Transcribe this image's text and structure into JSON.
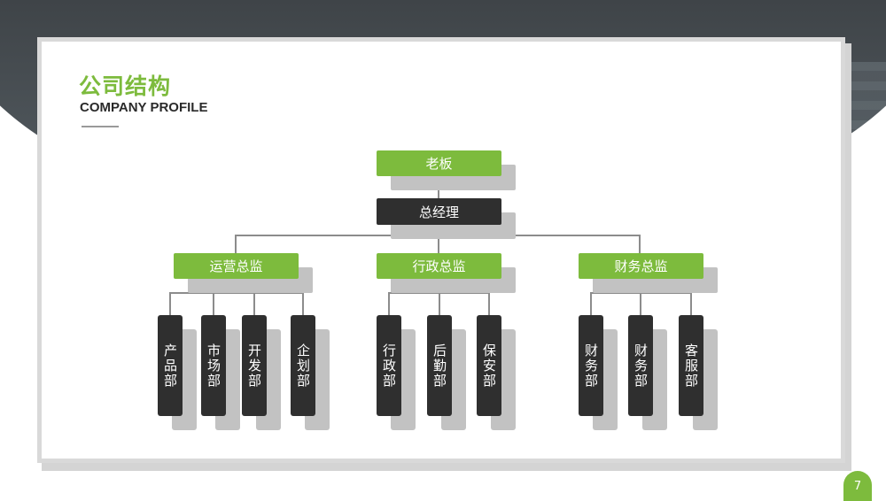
{
  "header": {
    "title": "公司结构",
    "subtitle": "COMPANY PROFILE"
  },
  "org": {
    "boss": "老板",
    "gm": "总经理",
    "directors": [
      {
        "label": "运营总监",
        "departments": [
          "产品部",
          "市场部",
          "开发部",
          "企划部"
        ]
      },
      {
        "label": "行政总监",
        "departments": [
          "行政部",
          "后勤部",
          "保安部"
        ]
      },
      {
        "label": "财务总监",
        "departments": [
          "财务部",
          "财务部",
          "客服部"
        ]
      }
    ]
  },
  "footer": {
    "page_number": "7"
  },
  "colors": {
    "accent": "#7dbb3d",
    "dark": "#2f2f2f",
    "shadow": "#c2c2c2"
  }
}
